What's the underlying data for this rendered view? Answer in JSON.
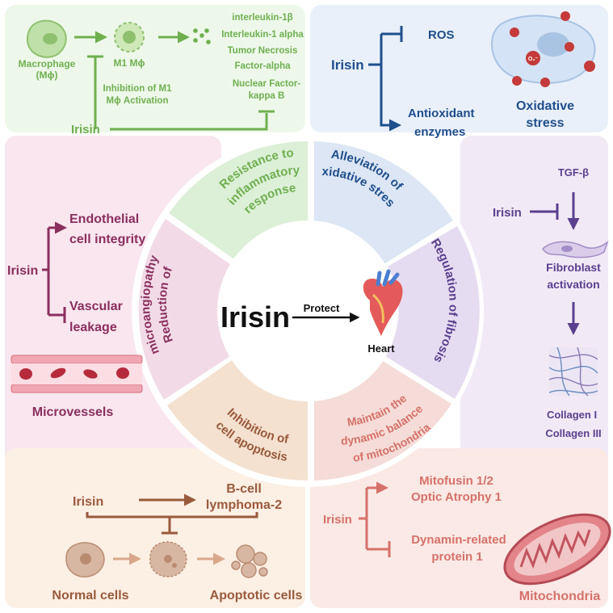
{
  "center": {
    "title": "Irisin",
    "arrow_label": "Protect",
    "heart_label": "Heart"
  },
  "ring": {
    "inflammation": "Resistance to inflammatory response",
    "oxidative": "Alleviation of oxidative stress",
    "fibrosis": "Regulation of fibrosis",
    "mitochondria": "Maintain the dynamic balance of mitochondria",
    "apoptosis": "Inhibition of cell apoptosis",
    "microangiopathy": "Reduction of microangiopathy"
  },
  "inflammation_panel": {
    "macrophage": "Macrophage",
    "macrophage_abbr": "(Mϕ)",
    "m1": "M1 Mϕ",
    "cytokines": [
      "interleukin-1β",
      "Interleukin-1 alpha",
      "Tumor Necrosis",
      "Factor-alpha"
    ],
    "nfkb": [
      "Nuclear Factor-",
      "kappa B"
    ],
    "inhibition": [
      "Inhibition of M1",
      "Mϕ Activation"
    ],
    "irisin": "Irisin"
  },
  "oxidative_panel": {
    "irisin": "Irisin",
    "ros": "ROS",
    "antioxidant": [
      "Antioxidant",
      "enzymes"
    ],
    "stress": [
      "Oxidative",
      "stress"
    ],
    "o2_label": "O₂⁻"
  },
  "fibrosis_panel": {
    "tgf": "TGF-β",
    "irisin": "Irisin",
    "activation": [
      "Fibroblast",
      "activation"
    ],
    "collagen": [
      "Collagen I",
      "Collagen III"
    ]
  },
  "mitochondria_panel": {
    "irisin": "Irisin",
    "fusion": [
      "Mitofusin 1/2",
      "Optic Atrophy 1"
    ],
    "fission": [
      "Dynamin-related",
      "protein 1"
    ],
    "label": "Mitochondria"
  },
  "apoptosis_panel": {
    "irisin": "Irisin",
    "bcl2": [
      "B-cell",
      "lymphoma-2"
    ],
    "normal": "Normal cells",
    "apoptotic": "Apoptotic cells"
  },
  "microvessel_panel": {
    "irisin": "Irisin",
    "integrity": [
      "Endothelial",
      "cell integrity"
    ],
    "leakage": [
      "Vascular",
      "leakage"
    ],
    "label": "Microvessels"
  },
  "colors": {
    "green": "#6faf4f",
    "blue": "#1f4e8c",
    "purple": "#5a3f8e",
    "salmon": "#d67169",
    "brown": "#9a5a3c",
    "magenta": "#8a2f5e"
  }
}
